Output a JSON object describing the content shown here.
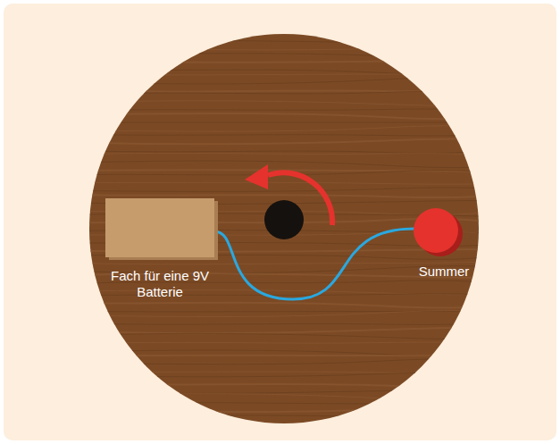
{
  "diagram": {
    "nodes": [
      {
        "text": [
          "Fach für eine 9V Batterie"
        ]
      },
      {
        "text": [
          "Summer"
        ]
      }
    ],
    "edges": [
      {
        "from": 0,
        "to": 1,
        "arrow": "none"
      }
    ]
  }
}
